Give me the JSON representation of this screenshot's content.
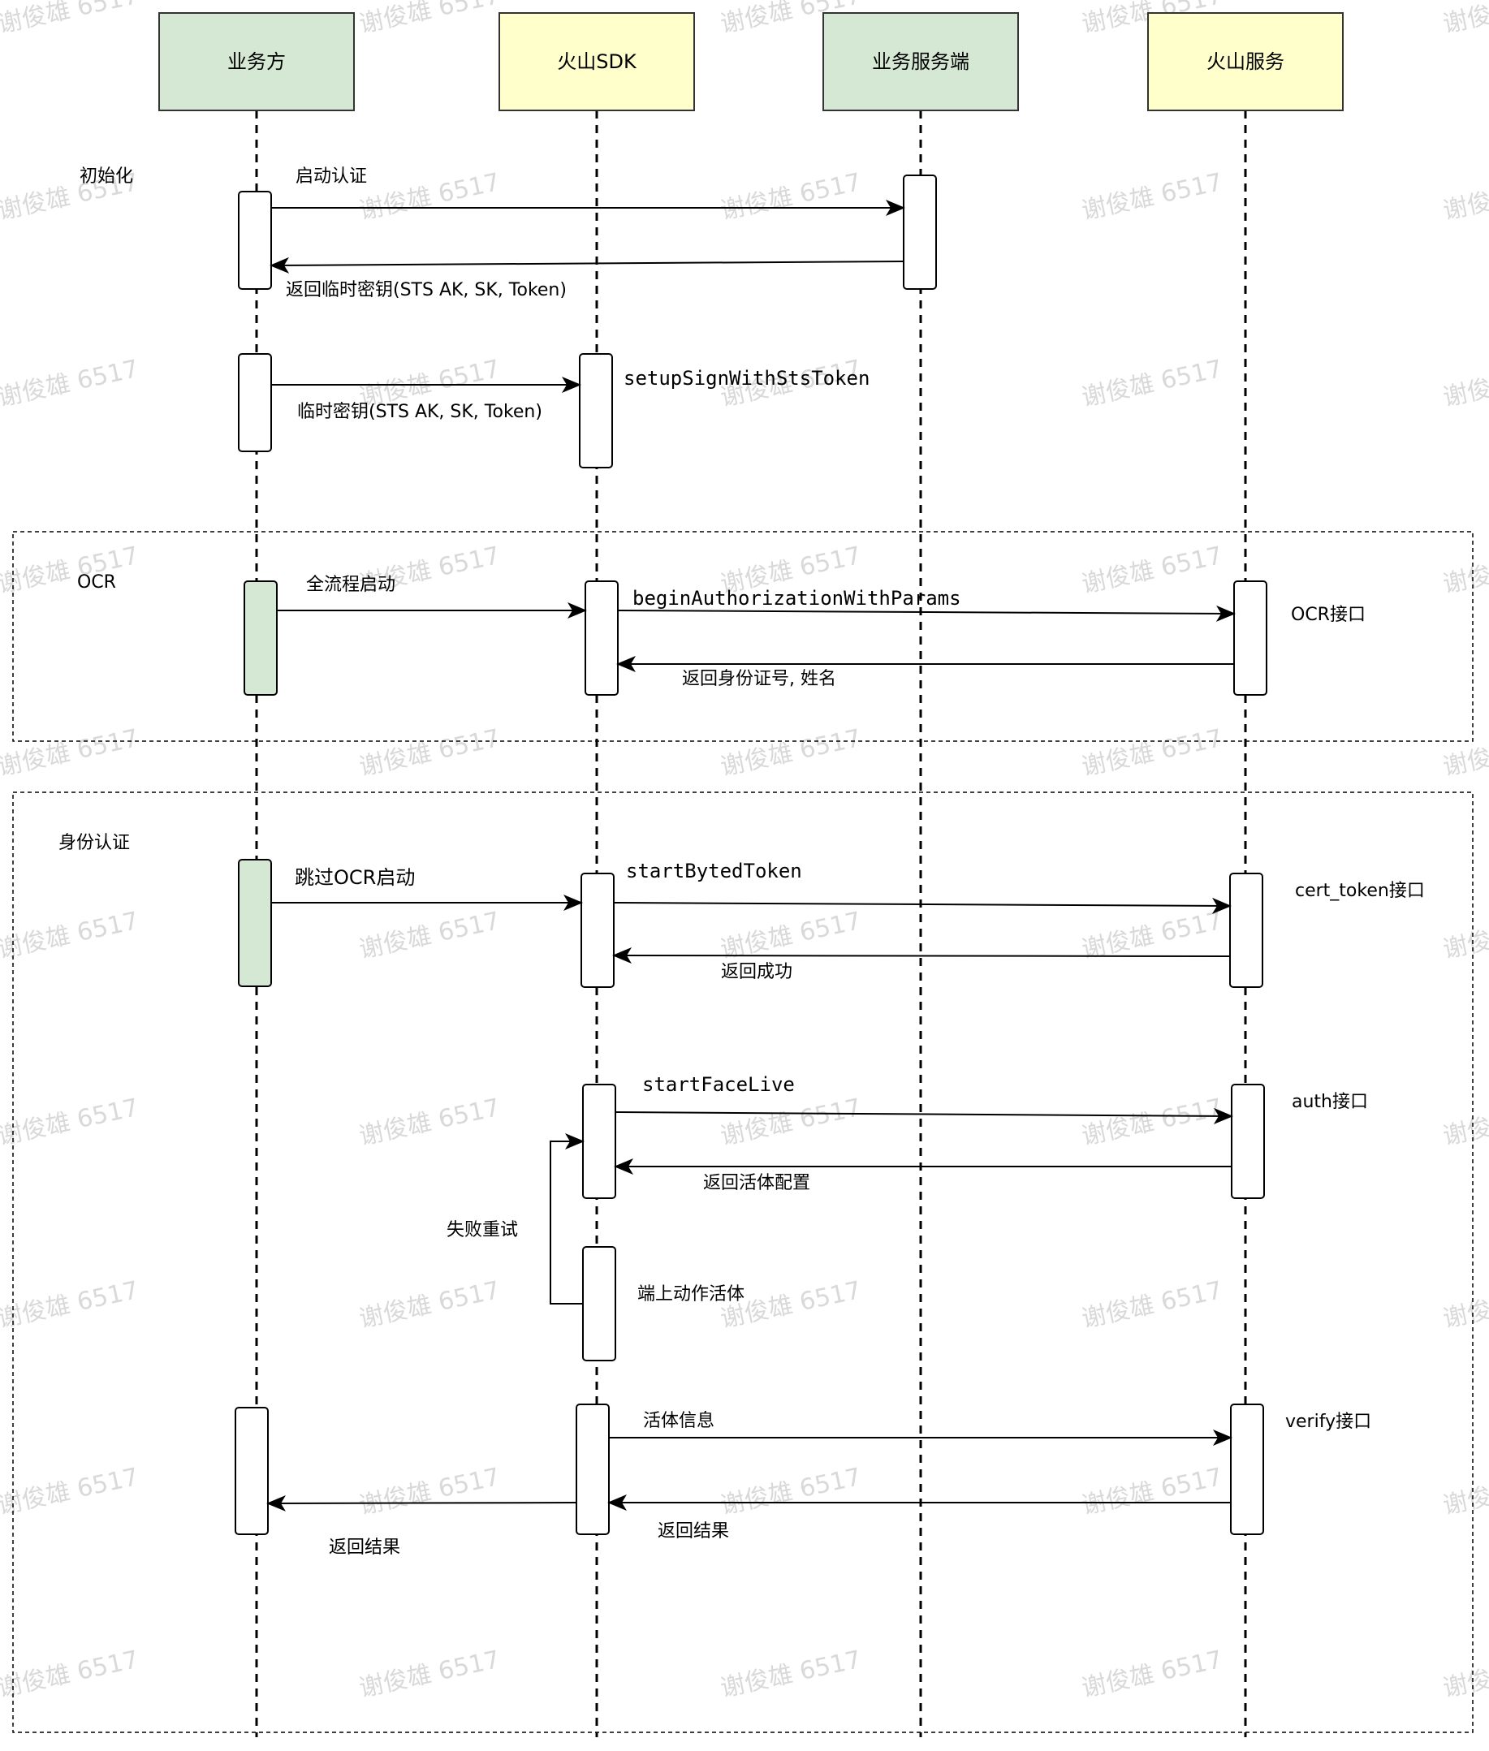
{
  "watermark": "谢俊雄 6517",
  "participants": [
    {
      "id": "biz",
      "label": "业务方",
      "fill": "#d5e8d4"
    },
    {
      "id": "sdk",
      "label": "火山SDK",
      "fill": "#ffffcc"
    },
    {
      "id": "server",
      "label": "业务服务端",
      "fill": "#d5e8d4"
    },
    {
      "id": "volc",
      "label": "火山服务",
      "fill": "#ffffcc"
    }
  ],
  "sections": {
    "init": {
      "label": "初始化"
    },
    "ocr": {
      "label": "OCR"
    },
    "identity": {
      "label": "身份认证"
    }
  },
  "messages": {
    "start_auth": "启动认证",
    "return_temp_key": "返回临时密钥(STS AK, SK, Token)",
    "temp_key": "临时密钥(STS AK, SK, Token)",
    "setup_sign": "setupSignWithStsToken",
    "full_flow_start": "全流程启动",
    "begin_auth": "beginAuthorizationWithParams",
    "return_id_name": "返回身份证号, 姓名",
    "skip_ocr_start": "跳过OCR启动",
    "start_byted_token": "startBytedToken",
    "return_success": "返回成功",
    "start_face_live": "startFaceLive",
    "return_liveness_config": "返回活体配置",
    "fail_retry": "失败重试",
    "on_device_liveness": "端上动作活体",
    "liveness_info": "活体信息",
    "return_result_sdk": "返回结果",
    "return_result_biz": "返回结果"
  },
  "endpoints": {
    "ocr": "OCR接口",
    "cert_token": "cert_token接口",
    "auth": "auth接口",
    "verify": "verify接口"
  },
  "colors": {
    "green_activation": "#d5e8d4",
    "line": "#000000",
    "watermark": "#d9d9d9"
  }
}
